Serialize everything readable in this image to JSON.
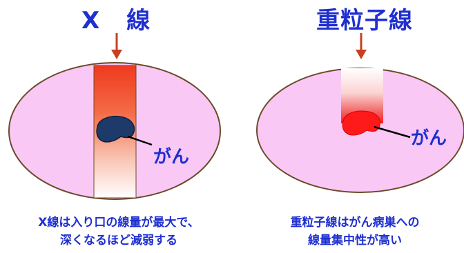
{
  "left_panel": {
    "title_x": "X",
    "title_rest": "線",
    "tumor_label": "がん",
    "caption_line1": "X線は入り口の線量が最大で、",
    "caption_line2": "深くなるほど減弱する"
  },
  "right_panel": {
    "title": "重粒子線",
    "tumor_label": "がん",
    "caption_line1": "重粒子線はがん病巣への",
    "caption_line2": "線量集中性が高い"
  },
  "colors": {
    "text_blue": "#1f2fd0",
    "body_fill": "#f9c8f5",
    "body_stroke": "#6b4a2a",
    "arrow": "#c8401e",
    "xray_beam_top": "#ef3a1e",
    "tumor_dark_blue": "#1d3a6b",
    "tumor_red": "#ff1a1a"
  },
  "icons": [
    "down-arrow-icon",
    "down-arrow-icon"
  ]
}
